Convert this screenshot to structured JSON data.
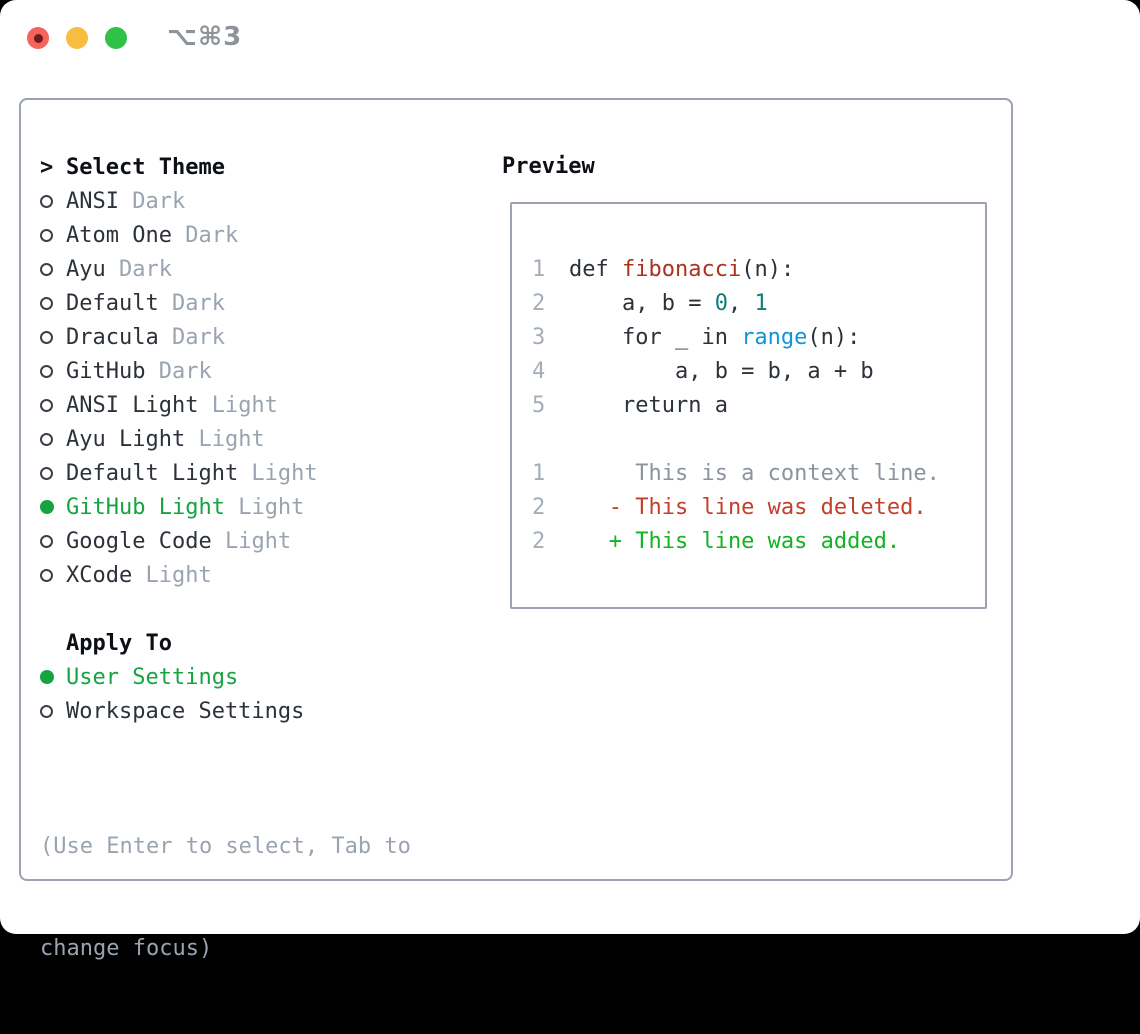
{
  "window": {
    "title": "⌥⌘3",
    "traffic_lights": [
      {
        "name": "close",
        "color": "#f4645a"
      },
      {
        "name": "minimize",
        "color": "#f6bd41"
      },
      {
        "name": "zoom",
        "color": "#2fc148"
      }
    ]
  },
  "panel": {
    "theme_list": {
      "header": {
        "prefix": ">",
        "label": "Select Theme"
      },
      "items": [
        {
          "label": "ANSI",
          "variant": "Dark",
          "selected": false
        },
        {
          "label": "Atom One",
          "variant": "Dark",
          "selected": false
        },
        {
          "label": "Ayu",
          "variant": "Dark",
          "selected": false
        },
        {
          "label": "Default",
          "variant": "Dark",
          "selected": false
        },
        {
          "label": "Dracula",
          "variant": "Dark",
          "selected": false
        },
        {
          "label": "GitHub",
          "variant": "Dark",
          "selected": false
        },
        {
          "label": "ANSI Light",
          "variant": "Light",
          "selected": false
        },
        {
          "label": "Ayu Light",
          "variant": "Light",
          "selected": false
        },
        {
          "label": "Default Light",
          "variant": "Light",
          "selected": false
        },
        {
          "label": "GitHub Light",
          "variant": "Light",
          "selected": true
        },
        {
          "label": "Google Code",
          "variant": "Light",
          "selected": false
        },
        {
          "label": "XCode",
          "variant": "Light",
          "selected": false
        }
      ]
    },
    "apply_to": {
      "label": "Apply To",
      "options": [
        {
          "label": "User Settings",
          "selected": true
        },
        {
          "label": "Workspace Settings",
          "selected": false
        }
      ]
    },
    "help": {
      "line1": "(Use Enter to select, Tab to",
      "line2": "change focus)"
    }
  },
  "preview": {
    "label": "Preview",
    "code_lines": [
      {
        "num": "1",
        "segments": [
          {
            "t": "def ",
            "c": "plain"
          },
          {
            "t": "fibonacci",
            "c": "func"
          },
          {
            "t": "(n):",
            "c": "plain"
          }
        ]
      },
      {
        "num": "2",
        "segments": [
          {
            "t": "    a, b = ",
            "c": "plain"
          },
          {
            "t": "0",
            "c": "num"
          },
          {
            "t": ", ",
            "c": "plain"
          },
          {
            "t": "1",
            "c": "num"
          }
        ]
      },
      {
        "num": "3",
        "segments": [
          {
            "t": "    for _ in ",
            "c": "plain"
          },
          {
            "t": "range",
            "c": "builtin"
          },
          {
            "t": "(n):",
            "c": "plain"
          }
        ]
      },
      {
        "num": "4",
        "segments": [
          {
            "t": "        a, b = b, a + b",
            "c": "plain"
          }
        ]
      },
      {
        "num": "5",
        "segments": [
          {
            "t": "    return a",
            "c": "plain"
          }
        ]
      },
      {
        "num": "",
        "segments": []
      },
      {
        "num": "1",
        "segments": [
          {
            "t": "     This is a context line.",
            "c": "context"
          }
        ]
      },
      {
        "num": "2",
        "segments": [
          {
            "t": "   - This line was deleted.",
            "c": "deleted"
          }
        ]
      },
      {
        "num": "2",
        "segments": [
          {
            "t": "   + This line was added.",
            "c": "added"
          }
        ]
      }
    ]
  },
  "colors": {
    "accent_green": "#15a441",
    "added_green": "#12b422",
    "deleted_red": "#c43e29",
    "context_gray": "#8b939c",
    "line_number_gray": "#a4aeb9",
    "function_red": "#a9331f",
    "number_teal": "#0d7e78",
    "builtin_blue": "#1295d8",
    "muted_gray": "#9aa4b1",
    "text_dark": "#2c323a",
    "panel_border": "#9aa3af",
    "title_gray": "#8e9399"
  }
}
